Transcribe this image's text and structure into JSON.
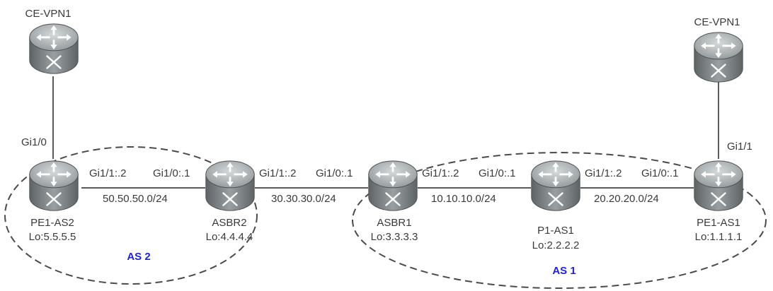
{
  "colors": {
    "router_body": "#7f8486",
    "router_top": "#b9bec0",
    "link": "#5a5a5a",
    "as_label": "#1f22d8",
    "text": "#3a3a3a"
  },
  "icons": {
    "router": "router-icon"
  },
  "routers": {
    "ce_left": {
      "name": "CE-VPN1",
      "icon": "router-icon"
    },
    "ce_right": {
      "name": "CE-VPN1",
      "icon": "router-icon"
    },
    "pe1_as2": {
      "name": "PE1-AS2",
      "loopback": "Lo:5.5.5.5",
      "icon": "router-icon"
    },
    "asbr2": {
      "name": "ASBR2",
      "loopback": "Lo:4.4.4.4",
      "icon": "router-icon"
    },
    "asbr1": {
      "name": "ASBR1",
      "loopback": "Lo:3.3.3.3",
      "icon": "router-icon"
    },
    "p1_as1": {
      "name": "P1-AS1",
      "loopback": "Lo:2.2.2.2",
      "icon": "router-icon"
    },
    "pe1_as1": {
      "name": "PE1-AS1",
      "loopback": "Lo:1.1.1.1",
      "icon": "router-icon"
    }
  },
  "links": {
    "ce_pe_left": {
      "interface": "Gi1/0"
    },
    "ce_pe_right": {
      "interface": "Gi1/1"
    },
    "pe2_asbr2": {
      "left_if": "Gi1/1:.2",
      "right_if": "Gi1/0:.1",
      "subnet": "50.50.50.0/24"
    },
    "asbr2_asbr1": {
      "left_if": "Gi1/1:.2",
      "right_if": "Gi1/0:.1",
      "subnet": "30.30.30.0/24"
    },
    "asbr1_p1": {
      "left_if": "Gi1/1:.2",
      "right_if": "Gi1/0:.1",
      "subnet": "10.10.10.0/24"
    },
    "p1_pe1": {
      "left_if": "Gi1/1:.2",
      "right_if": "Gi1/0:.1",
      "subnet": "20.20.20.0/24"
    }
  },
  "as_regions": {
    "as2": {
      "label": "AS 2"
    },
    "as1": {
      "label": "AS 1"
    }
  }
}
